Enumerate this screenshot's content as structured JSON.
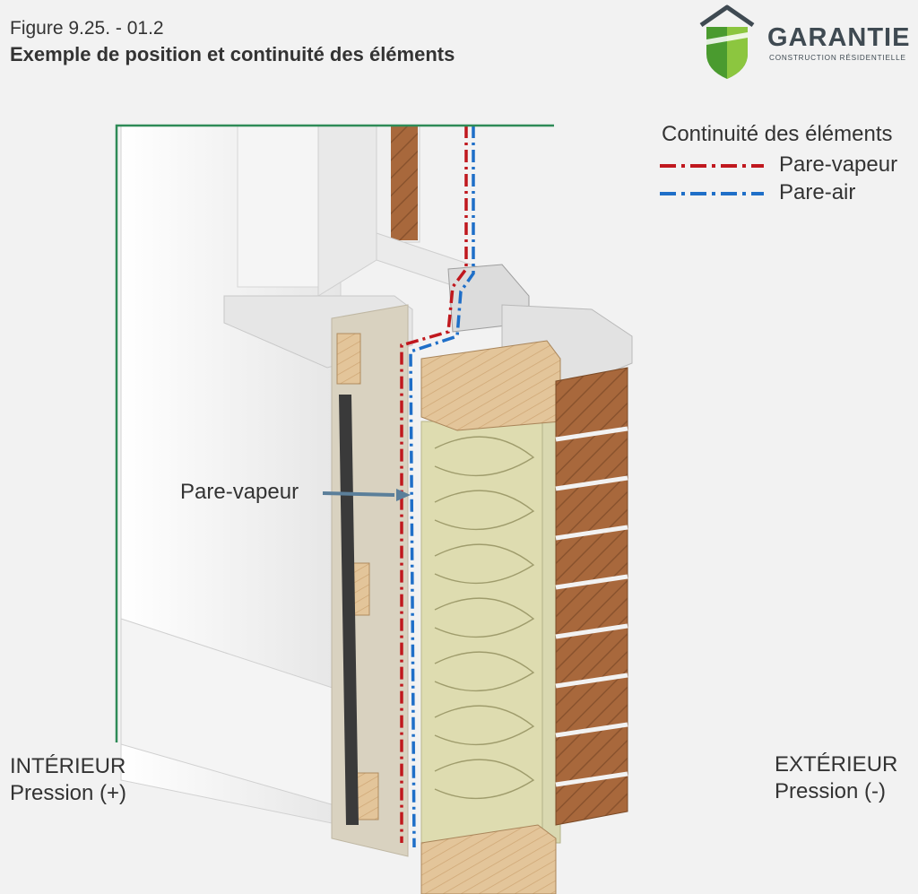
{
  "figure": {
    "number": "Figure 9.25. - 01.2",
    "title": "Exemple de position et continuité des éléments"
  },
  "logo": {
    "name": "GARANTIE",
    "subtitle": "CONSTRUCTION RÉSIDENTIELLE",
    "colors": {
      "green": "#4a9b2f",
      "light_green": "#8cc63f",
      "dark": "#3f4a52"
    }
  },
  "legend": {
    "title": "Continuité des éléments",
    "items": [
      {
        "label": "Pare-vapeur",
        "color": "#c0181e"
      },
      {
        "label": "Pare-air",
        "color": "#1f6fc8"
      }
    ]
  },
  "labels": {
    "interior": "INTÉRIEUR",
    "interior_pressure": "Pression (+)",
    "exterior": "EXTÉRIEUR",
    "exterior_pressure": "Pression (-)",
    "callout_vapour": "Pare-vapeur"
  },
  "colors": {
    "boundary_line": "#2e8b57",
    "brick": "#a8683c",
    "insulation": "#dedcb0",
    "wood": "#e3c59a",
    "drywall": "#f7f7f7",
    "callout_arrow": "#5b7f9a"
  }
}
